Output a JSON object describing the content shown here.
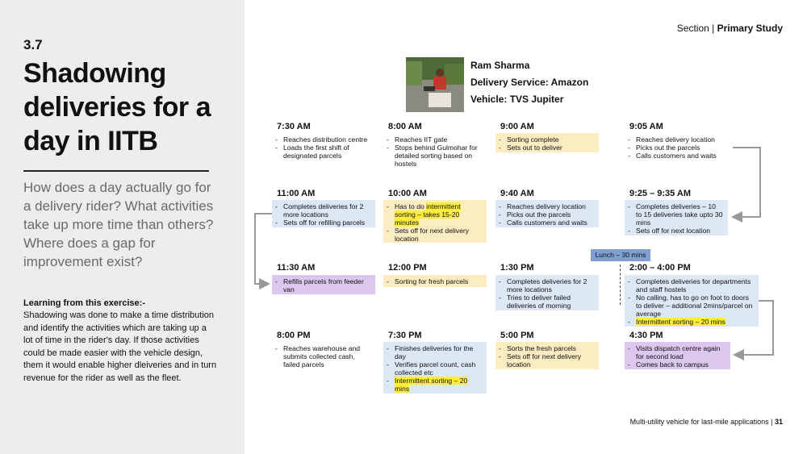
{
  "left": {
    "section_number": "3.7",
    "title": "Shadowing deliveries for a day in IITB",
    "question": "How does a day actually go for a delivery rider? What activities take up more time than others? Where does a gap for improvement exist?",
    "learning_heading": "Learning from this exercise:-",
    "learning_text": "Shadowing was done to make a time distribution and identify the activities which are taking up a lot of time in the rider's day. If those activities could be made easier with the vehicle design, them it would enable higher dleiveries and in turn revenue for the rider as well as the fleet."
  },
  "header": {
    "section_label": "Section",
    "section_name": "Primary Study"
  },
  "rider": {
    "name": "Ram Sharma",
    "service": "Delivery Service: Amazon",
    "vehicle": "Vehicle: TVS Jupiter"
  },
  "times": {
    "t0730": "7:30 AM",
    "t0800": "8:00 AM",
    "t0900": "9:00 AM",
    "t0905": "9:05 AM",
    "t1100": "11:00 AM",
    "t1000": "10:00 AM",
    "t0940": "9:40 AM",
    "t0925": "9:25 – 9:35 AM",
    "t1130": "11:30 AM",
    "t1200": "12:00 PM",
    "t1330": "1:30 PM",
    "t1400": "2:00 – 4:00 PM",
    "t2000": "8:00 PM",
    "t1930": "7:30 PM",
    "t1700": "5:00 PM",
    "t1630": "4:30 PM"
  },
  "boxes": {
    "b0730": [
      "Reaches distribution centre",
      "Loads the first shift of designated parcels"
    ],
    "b0800": [
      "Reaches IIT gate",
      "Stops behind Gulmohar for detailed sorting based on hostels"
    ],
    "b0900": [
      "Sorting complete",
      "Sets out to deliver"
    ],
    "b0905": [
      "Reaches delivery location",
      "Picks out the parcels",
      "Calls customers and waits"
    ],
    "b1100": [
      "Completes deliveries for 2 more locations",
      "Sets off for refilling parcels"
    ],
    "b1000_pre": "Has to do ",
    "b1000_hl": "intermittent sorting – takes 15-20 minutes",
    "b1000_2": "Sets off for next delivery location",
    "b0940": [
      "Reaches delivery location",
      "Picks out the parcels",
      "Calls customers and waits"
    ],
    "b0925": [
      "Completes deliveries – 10 to 15 deliveries take upto 30 mins",
      "Sets off for next location"
    ],
    "b1130": [
      "Refills parcels from feeder van"
    ],
    "b1200": [
      "Sorting for fresh parcels"
    ],
    "b1330": [
      "Completes deliveries for 2 more locations",
      "Tries to deliver failed deliveries of morning"
    ],
    "b1400": [
      "Completes deliveries for departments and staff hostels",
      "No calling, has to go on foot to doors to deliver – additional 2mins/parcel on average"
    ],
    "b1400_hl": "Intermittent sorting – 20 mins",
    "b2000": [
      "Reaches warehouse and submits collected cash, failed parcels"
    ],
    "b1930": [
      "Finishes deliveries for the day",
      "Verifies parcel count, cash collected etc"
    ],
    "b1930_hl": "Intermittent sorting – 20 mins",
    "b1700": [
      "Sorts the fresh parcels",
      "Sets off for next delivery location"
    ],
    "b1630": [
      "Visits dispatch centre again for second load",
      "Comes back to campus"
    ]
  },
  "lunch": "Lunch – 30 mins",
  "footer": {
    "text": "Multi-utility vehicle for last-mile applications",
    "page": "31"
  },
  "icons": {
    "connector": "arrow-connector-icon"
  }
}
